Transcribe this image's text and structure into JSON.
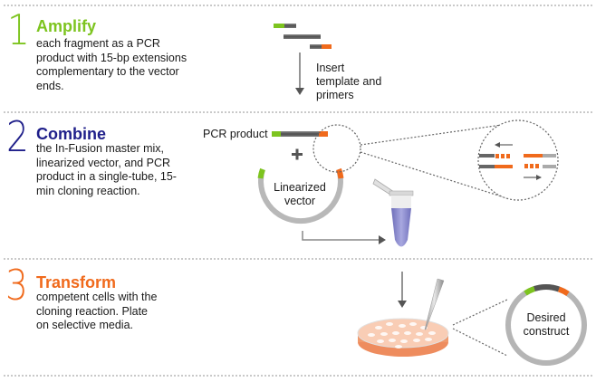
{
  "colors": {
    "green": "#7dc41f",
    "navy": "#1f1f8a",
    "orange": "#f06a1c",
    "dark_gray": "#555555",
    "light_gray": "#b5b5b5",
    "tube_liquid": "#8080c8",
    "plate": "#f4a27a"
  },
  "steps": [
    {
      "number": "1",
      "title": "Amplify",
      "description": "each fragment as a PCR product with 15-bp extensions complementary to the vector ends."
    },
    {
      "number": "2",
      "title": "Combine",
      "description": "the In-Fusion master mix, linearized vector, and PCR product in a single-tube, 15-min cloning reaction."
    },
    {
      "number": "3",
      "title": "Transform",
      "description": "competent cells with the cloning reaction. Plate on selective media."
    }
  ],
  "labels": {
    "insert_template": "Insert template and primers",
    "pcr_product": "PCR product",
    "plus": "+",
    "linearized_vector": "Linearized vector",
    "desired_construct": "Desired construct"
  }
}
